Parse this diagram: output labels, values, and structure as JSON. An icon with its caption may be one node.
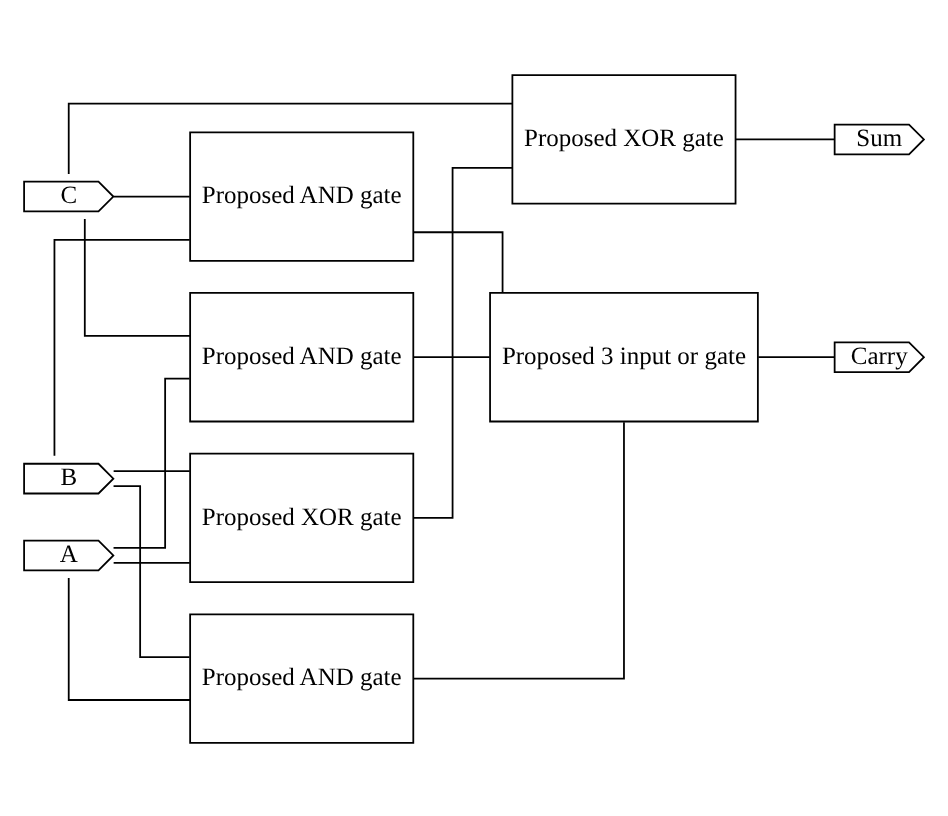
{
  "diagram": {
    "nodes": [
      {
        "text": [
          "A"
        ]
      },
      {
        "text": [
          "Proposed XOR gate"
        ]
      },
      {
        "text": [
          "Proposed XOR gate"
        ]
      },
      {
        "text": [
          "Sum"
        ]
      },
      {
        "text": [
          "B"
        ]
      },
      {
        "text": [
          "C"
        ]
      },
      {
        "text": [
          "Proposed AND gate"
        ]
      },
      {
        "text": [
          "Proposed 3 input or gate"
        ]
      },
      {
        "text": [
          "Carry"
        ]
      },
      {
        "text": [
          "Proposed AND gate"
        ]
      },
      {
        "text": [
          "Proposed AND gate"
        ]
      }
    ],
    "edges": [
      {
        "from": 0,
        "to": 1,
        "arrow": "none"
      },
      {
        "from": 4,
        "to": 1,
        "arrow": "none"
      },
      {
        "from": 1,
        "to": 2,
        "arrow": "none"
      },
      {
        "from": 5,
        "to": 2,
        "arrow": "none"
      },
      {
        "from": 2,
        "to": 3,
        "arrow": "none"
      },
      {
        "from": 0,
        "to": 6,
        "arrow": "none"
      },
      {
        "from": 4,
        "to": 6,
        "arrow": "none"
      },
      {
        "from": 4,
        "to": 9,
        "arrow": "none"
      },
      {
        "from": 5,
        "to": 9,
        "arrow": "none"
      },
      {
        "from": 0,
        "to": 10,
        "arrow": "none"
      },
      {
        "from": 5,
        "to": 10,
        "arrow": "none"
      },
      {
        "from": 6,
        "to": 7,
        "arrow": "none"
      },
      {
        "from": 9,
        "to": 7,
        "arrow": "none"
      },
      {
        "from": 10,
        "to": 7,
        "arrow": "none"
      },
      {
        "from": 7,
        "to": 8,
        "arrow": "none"
      }
    ]
  }
}
